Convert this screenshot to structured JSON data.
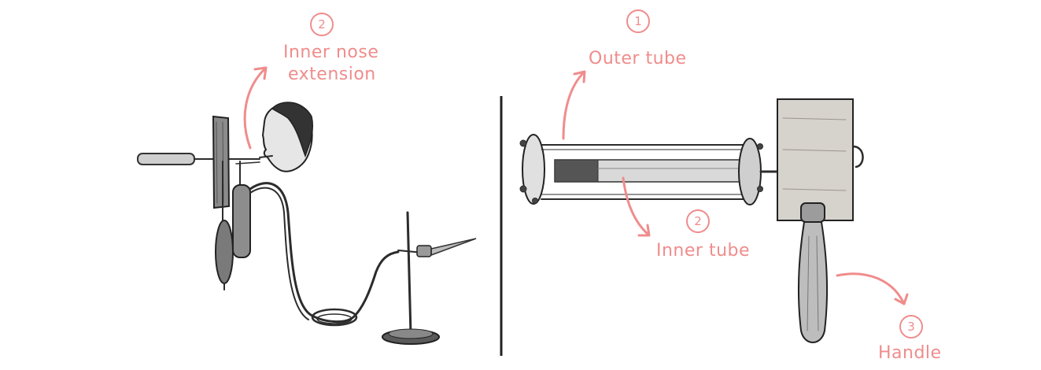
{
  "colors": {
    "annotation": "#f08c8c",
    "ink": "#2c2c2c",
    "divider": "#222222"
  },
  "annotations": {
    "nose_extension": {
      "number": "2",
      "line1": "Inner nose",
      "line2": "extension"
    },
    "outer_tube": {
      "number": "1",
      "label": "Outer tube"
    },
    "inner_tube": {
      "number": "2",
      "label": "Inner tube"
    },
    "handle": {
      "number": "3",
      "label": "Handle"
    }
  }
}
